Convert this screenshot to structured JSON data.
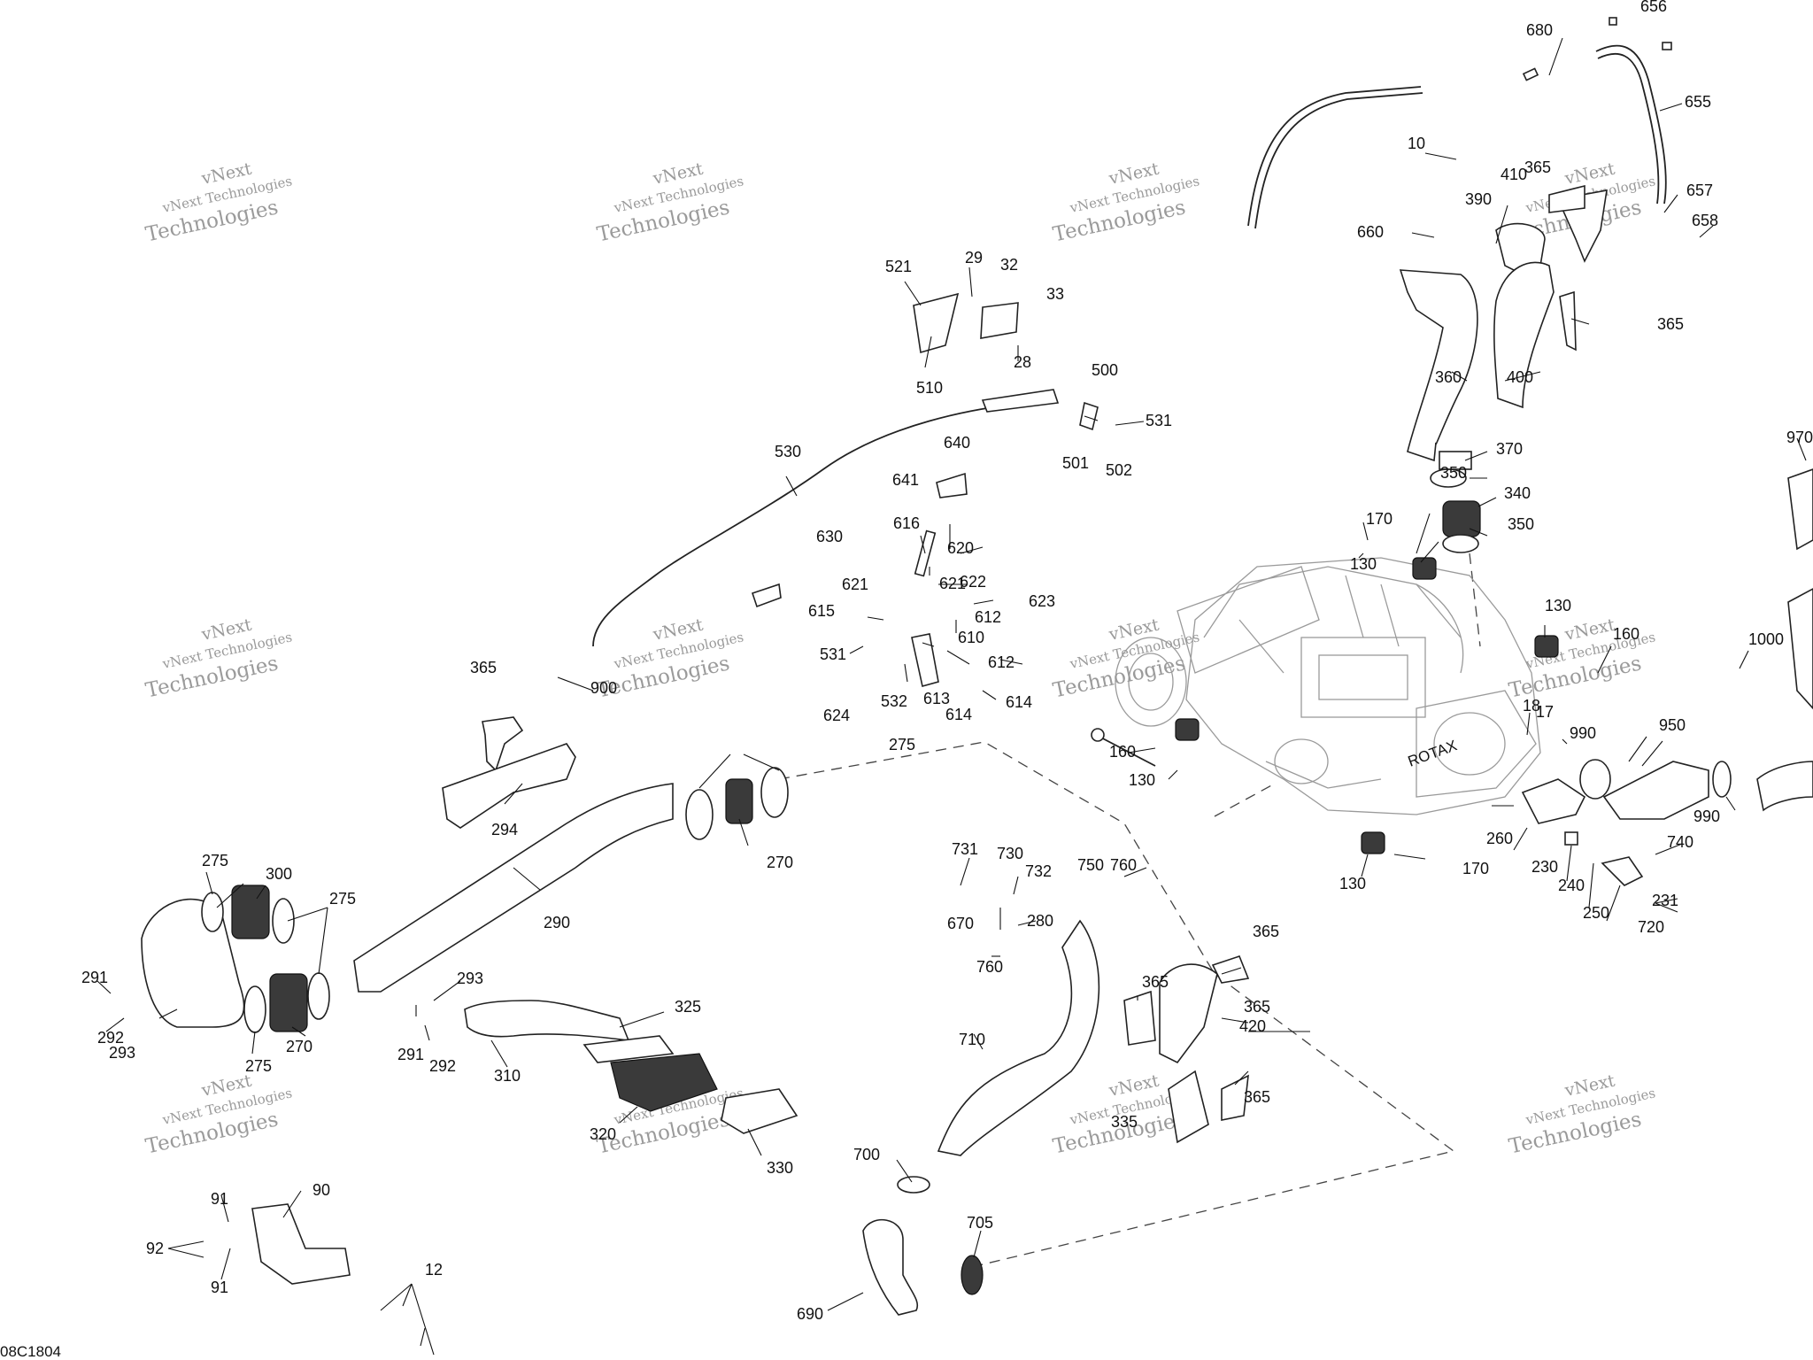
{
  "diagram": {
    "drawing_code": "08C1804",
    "watermark_line1": "vNext Technologies",
    "watermark_line2": "vNext",
    "watermark_line3": "Technologies",
    "callouts": [
      "10",
      "12",
      "17",
      "18",
      "28",
      "29",
      "32",
      "33",
      "90",
      "91",
      "91",
      "92",
      "130",
      "130",
      "130",
      "130",
      "160",
      "160",
      "170",
      "170",
      "230",
      "231",
      "240",
      "250",
      "260",
      "270",
      "270",
      "275",
      "275",
      "275",
      "275",
      "280",
      "290",
      "291",
      "291",
      "292",
      "292",
      "293",
      "293",
      "294",
      "300",
      "310",
      "320",
      "325",
      "330",
      "335",
      "340",
      "350",
      "350",
      "360",
      "365",
      "365",
      "365",
      "365",
      "365",
      "365",
      "365",
      "370",
      "390",
      "400",
      "410",
      "420",
      "500",
      "501",
      "502",
      "510",
      "521",
      "530",
      "531",
      "531",
      "532",
      "610",
      "612",
      "612",
      "613",
      "614",
      "614",
      "615",
      "616",
      "620",
      "621",
      "621",
      "622",
      "623",
      "624",
      "630",
      "640",
      "641",
      "655",
      "656",
      "657",
      "658",
      "660",
      "670",
      "680",
      "690",
      "700",
      "705",
      "710",
      "720",
      "730",
      "731",
      "732",
      "740",
      "750",
      "760",
      "760",
      "900",
      "950",
      "970",
      "990",
      "990",
      "1000"
    ],
    "engine_label": "ROTAX"
  }
}
